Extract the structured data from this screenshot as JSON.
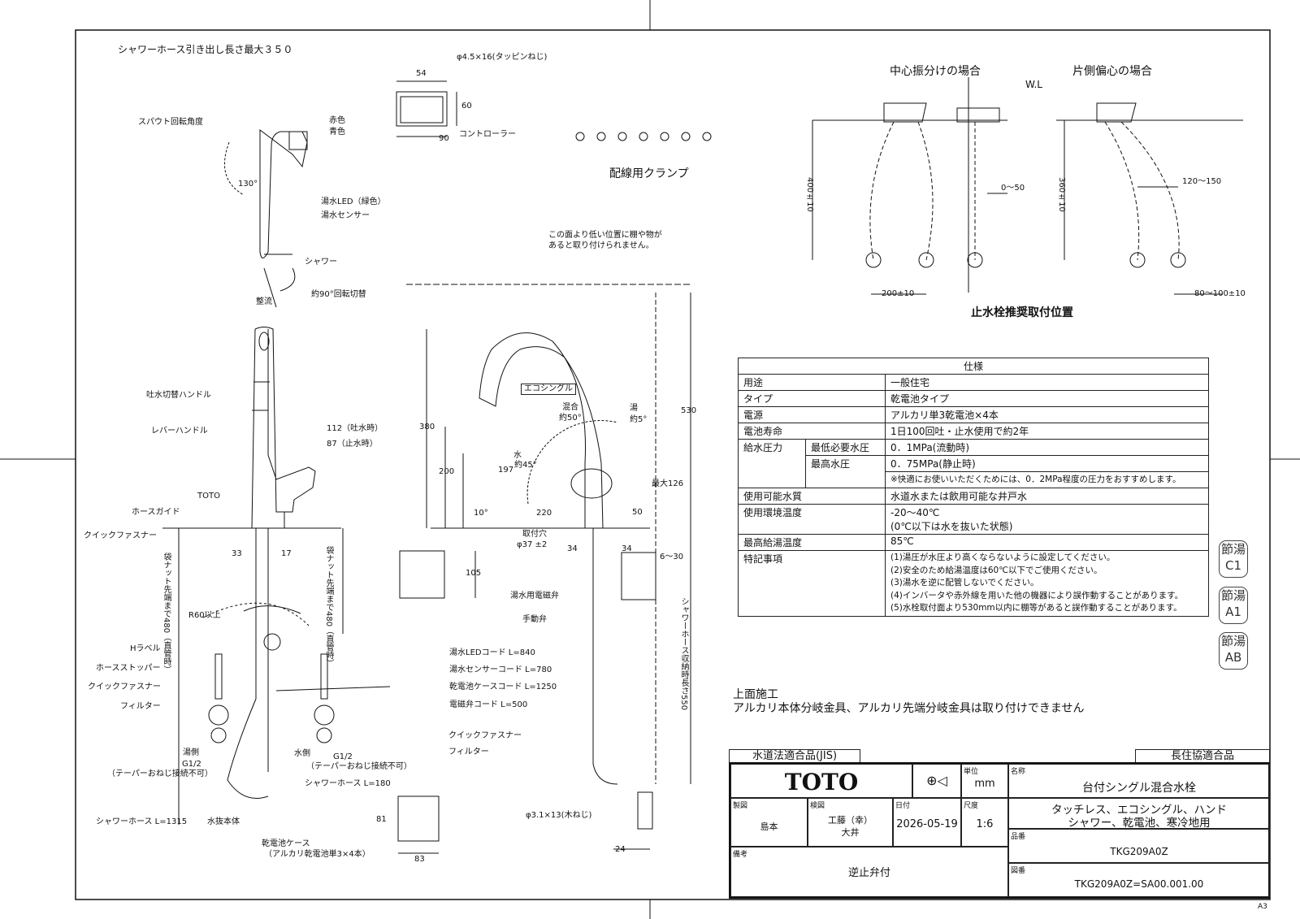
{
  "title_notes": {
    "hose_length": "シャワーホース引き出し長さ最大３５０",
    "wl": "W.L",
    "center_case": "中心振分けの場合",
    "side_case": "片側偏心の場合",
    "valve_position": "止水栓推奨取付位置",
    "clamp": "配線用クランプ",
    "shelf_note_1": "この面より低い位置に棚や物が",
    "shelf_note_2": "あると取り付けられません。",
    "top_install": "上面施工",
    "top_install_note": "アルカリ本体分岐金具、アルカリ先端分岐金具は取り付けできません"
  },
  "labels": {
    "spout_angle": "スパウト回転角度",
    "red": "赤色",
    "blue": "青色",
    "deg130": "130°",
    "led": "湯水LED（緑色）",
    "sensor": "湯水センサー",
    "shower": "シャワー",
    "seiryu": "整流",
    "rot90": "約90°回転切替",
    "screw": "φ4.5×16(タッピンねじ)",
    "controller": "コントローラー",
    "d54": "54",
    "d60": "60",
    "d90": "90",
    "switch_handle": "吐水切替ハンドル",
    "lever": "レバーハンドル",
    "d112": "112（吐水時）",
    "d87": "87（止水時）",
    "toto": "TOTO",
    "hose_guide": "ホースガイド",
    "quick1": "クイックファスナー",
    "d33": "33",
    "d17": "17",
    "nut_l": "袋ナット先端まで480（直管時）",
    "nut_r": "袋ナット先端まで480（直管時）",
    "r60": "R60以上",
    "hlabel": "Hラベル",
    "stopper": "ホースストッパー",
    "quick2": "クイックファスナー",
    "filter": "フィルター",
    "hot_side": "湯側",
    "g12a": "G1/2",
    "taper_a": "（テーパーおねじ接続不可）",
    "water_side": "水側",
    "g12b": "G1/2",
    "taper_b": "（テーパーおねじ接続不可）",
    "shower_hose_180": "シャワーホース L=180",
    "shower_hose_1315": "シャワーホース L=1315",
    "drain": "水抜本体",
    "battery_case": "乾電池ケース",
    "battery_case2": "（アルカリ乾電池単3×4本）",
    "d81": "81",
    "d83": "83",
    "d105": "105",
    "led_cord": "湯水LEDコード L=840",
    "sensor_cord": "湯水センサーコード L=780",
    "battery_cord": "乾電池ケースコード L=1250",
    "valve_cord": "電磁弁コード L=500",
    "quick3": "クイックファスナー",
    "filter2": "フィルター",
    "eco": "エコシングル",
    "mix": "混合",
    "mix_angle": "約50°",
    "hot": "湯",
    "hot_angle": "約5°",
    "water": "水",
    "water_angle": "約45°",
    "d380": "380",
    "d200": "200",
    "d197": "197",
    "d10deg": "10°",
    "d220": "220",
    "d530": "530",
    "max126": "最大126",
    "d50": "50",
    "hole": "取付穴",
    "hole2": "φ37 ±2",
    "d34a": "34",
    "d34b": "34",
    "d6_30": "6～30",
    "valve_hot": "湯水用電磁弁",
    "manual_valve": "手動弁",
    "hose_store": "シャワーホース収納時長さ550",
    "wood_screw": "φ3.1×13(木ねじ)",
    "d24": "24",
    "d400": "400±10",
    "d360": "360±10",
    "d0_50": "0～50",
    "d120_150": "120～150",
    "d200_10": "200±10",
    "d80_100": "80～100±10"
  },
  "spec": {
    "header": "仕様",
    "rows": [
      {
        "k": "用途",
        "v": "一般住宅"
      },
      {
        "k": "タイプ",
        "v": "乾電池タイプ"
      },
      {
        "k": "電源",
        "v": "アルカリ単3乾電池×4本"
      },
      {
        "k": "電池寿命",
        "v": "1日100回吐・止水使用で約2年"
      }
    ],
    "pressure_label": "給水圧力",
    "min_label": "最低必要水圧",
    "min_val": "0．1MPa(流動時)",
    "max_label": "最高水圧",
    "max_val": "0．75MPa(静止時)",
    "pressure_note": "※快適にお使いいただくためには、0．2MPa程度の圧力をおすすめします。",
    "quality_label": "使用可能水質",
    "quality_val": "水道水または飲用可能な井戸水",
    "env_label": "使用環境温度",
    "env_val1": "-20～40℃",
    "env_val2": "(0℃以下は水を抜いた状態)",
    "maxtemp_label": "最高給湯温度",
    "maxtemp_val": "85℃",
    "notes_label": "特記事項",
    "notes": [
      "(1)湯圧が水圧より高くならないように設定してください。",
      "(2)安全のため給湯温度は60℃以下でご使用ください。",
      "(3)湯水を逆に配管しないでください。",
      "(4)インバータや赤外線を用いた他の機器により誤作動することがあります。",
      "(5)水栓取付面より530mm以内に棚等があると誤作動することがあります。"
    ]
  },
  "stamps": [
    {
      "top": "節湯",
      "bottom": "C1"
    },
    {
      "top": "節湯",
      "bottom": "A1"
    },
    {
      "top": "節湯",
      "bottom": "AB"
    }
  ],
  "titleblock": {
    "jis": "水道法適合品(JIS)",
    "kyokai": "長住協適合品",
    "brand": "TOTO",
    "unit_label": "単位",
    "unit": "mm",
    "name_label": "名称",
    "name": "台付シングル混合水栓",
    "desc1": "タッチレス、エコシングル、ハンド",
    "desc2": "シャワー、乾電池、寒冷地用",
    "drawn_label": "製図",
    "drawn": "島本",
    "check_label": "検図",
    "check1": "工藤（幸）",
    "check2": "大井",
    "date_label": "日付",
    "date": "2026-05-19",
    "scale_label": "尺度",
    "scale": "1:6",
    "part_label": "品番",
    "part": "TKG209A0Z",
    "remark_label": "備考",
    "remark": "逆止弁付",
    "dwg_label": "図番",
    "dwg": "TKG209A0Z=SA00.001.00",
    "sheet": "A3"
  }
}
